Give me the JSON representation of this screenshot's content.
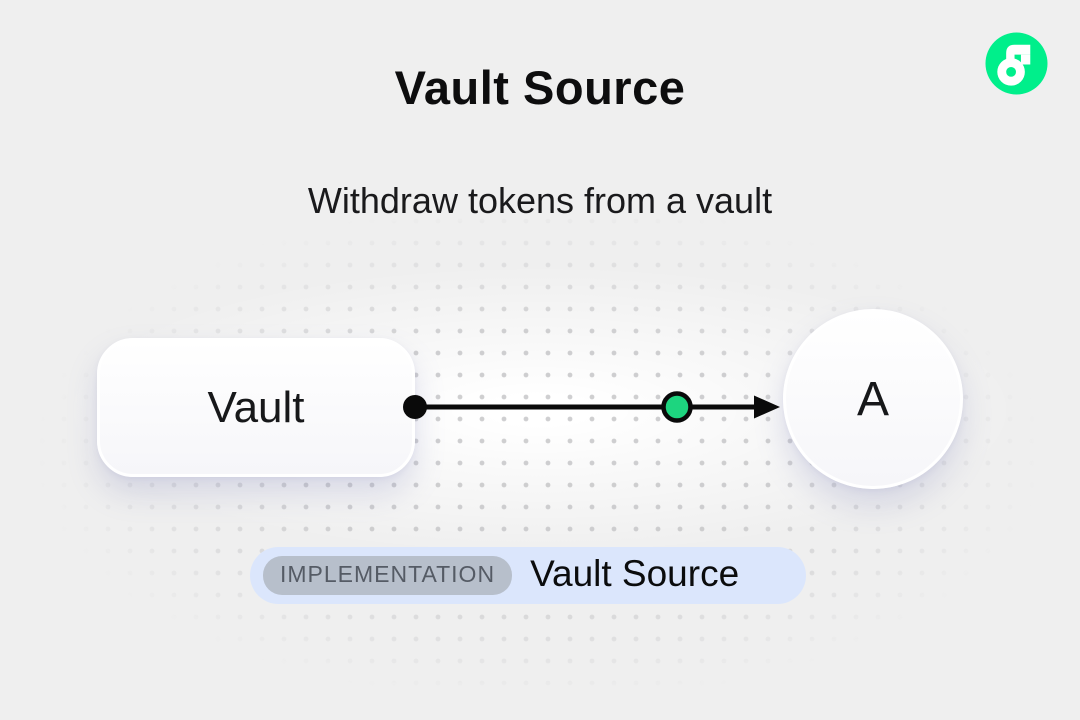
{
  "app": {
    "background_color": "#EFEFEF",
    "dot_grid_color": "#C7C7C9"
  },
  "header": {
    "title": "Vault Source",
    "subtitle": "Withdraw tokens from a vault"
  },
  "logo": {
    "name": "Flow",
    "circle_color": "#00EF8B",
    "glyph_color": "#FFFFFF"
  },
  "diagram": {
    "vault_node": {
      "label": "Vault"
    },
    "account_node": {
      "label": "A"
    },
    "connector": {
      "line_color": "#0A0A0A",
      "token_dot_color": "#1DD57F"
    }
  },
  "footer_badge": {
    "tag": "IMPLEMENTATION",
    "label": "Vault Source",
    "container_color": "#DBE6FC",
    "tag_bg_color": "#B7BFCB",
    "tag_text_color": "#555B65"
  }
}
